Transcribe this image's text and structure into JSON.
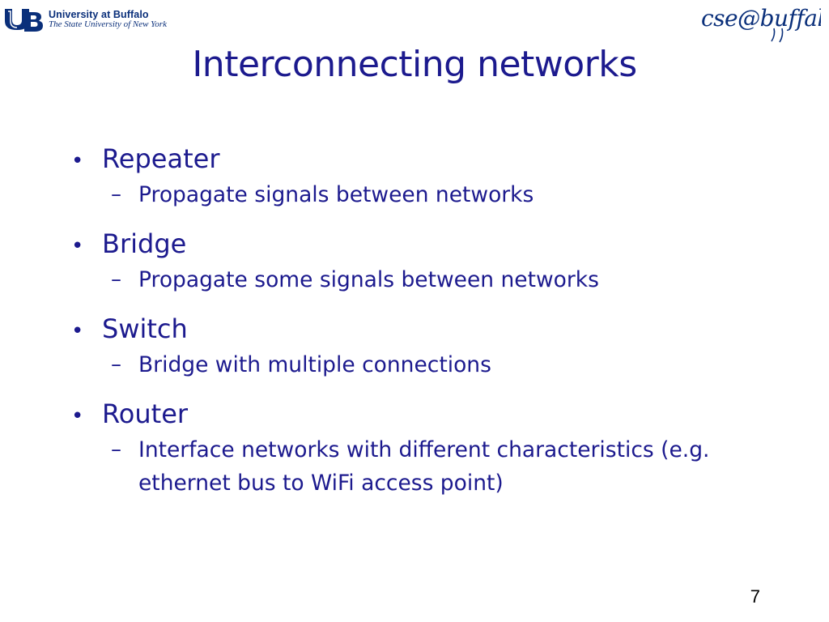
{
  "header": {
    "ub_logo": {
      "name": "University at Buffalo",
      "subtitle": "The State University of New York",
      "icon": "ub-monogram-icon"
    },
    "cse_logo": {
      "text": "cse@buffalo",
      "icon": "cse-buffalo-wordmark-icon"
    }
  },
  "slide": {
    "title": "Interconnecting networks",
    "items": [
      {
        "label": "Repeater",
        "sub": "Propagate signals between networks"
      },
      {
        "label": "Bridge",
        "sub": "Propagate some signals between networks"
      },
      {
        "label": "Switch",
        "sub": "Bridge with multiple connections"
      },
      {
        "label": "Router",
        "sub": "Interface networks with different characteristics (e.g. ethernet bus to WiFi access point)"
      }
    ],
    "bullet_glyph": "•",
    "dash_glyph": "–",
    "number": "7"
  },
  "colors": {
    "title": "#1c1a8e",
    "body": "#1c1a8e",
    "ub_blue": "#0a2f7a",
    "slide_number": "#000000",
    "background": "#ffffff"
  }
}
